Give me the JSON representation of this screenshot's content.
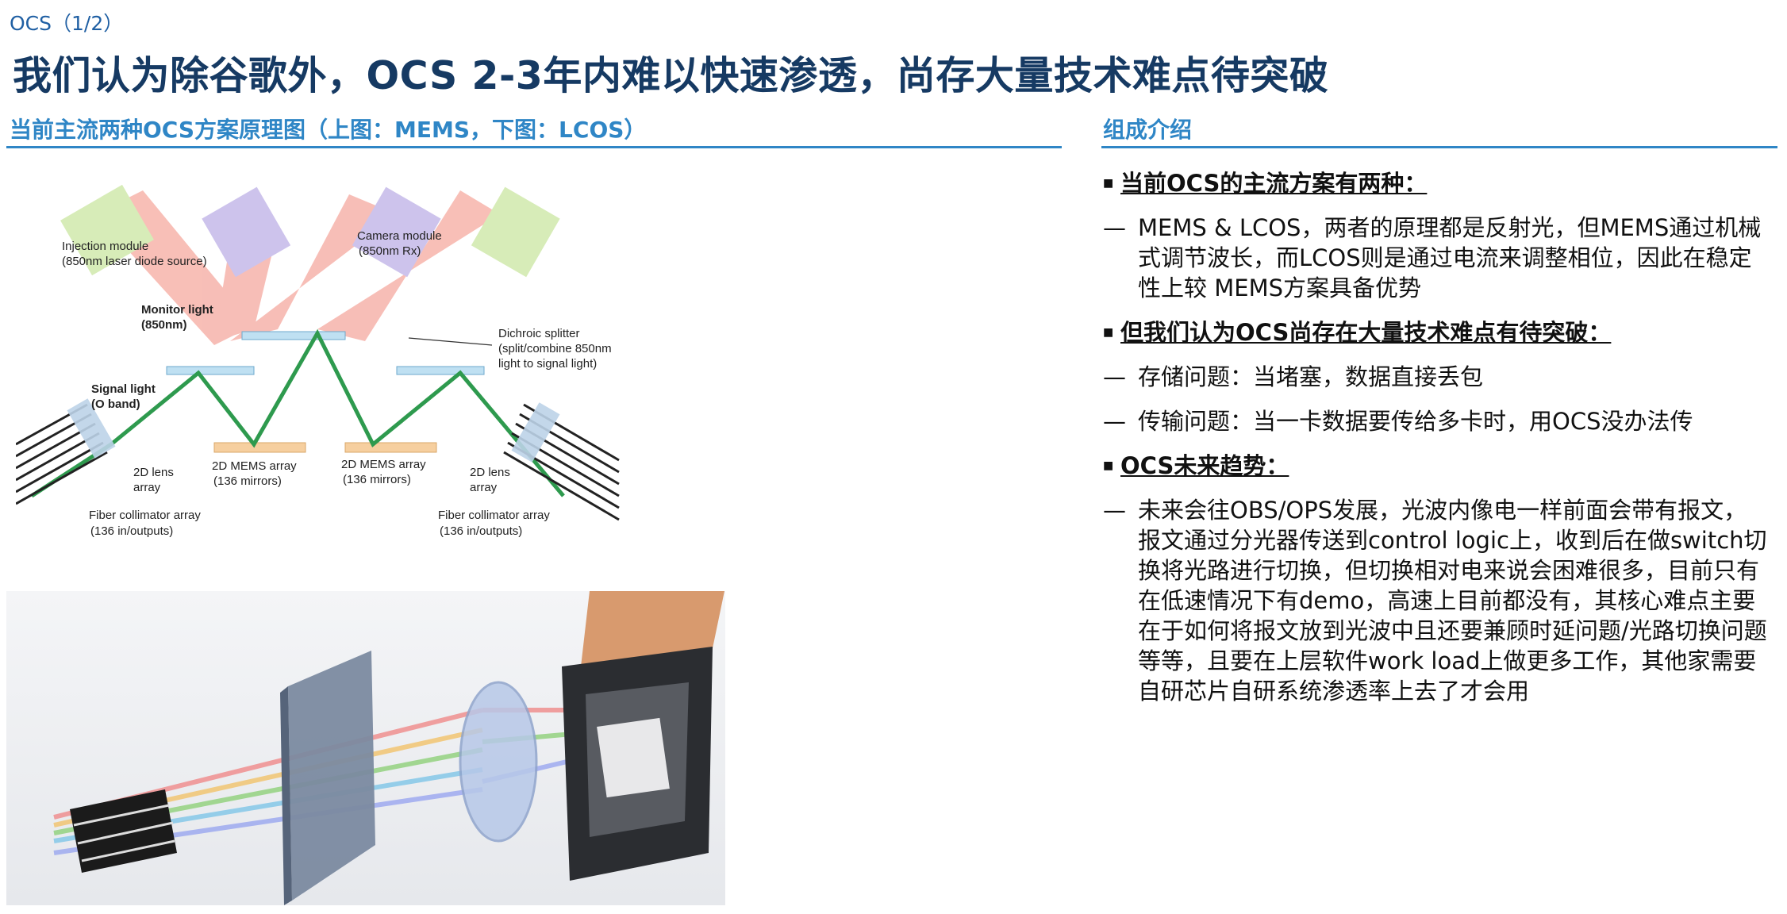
{
  "header": {
    "breadcrumb": "OCS（1/2）",
    "title": "我们认为除谷歌外，OCS 2-3年内难以快速渗透，尚存大量技术难点待突破"
  },
  "left": {
    "heading": "当前主流两种OCS方案原理图（上图：MEMS，下图：LCOS）",
    "mems_labels": {
      "injection_1": "Injection module",
      "injection_2": "(850nm laser diode source)",
      "camera_1": "Camera module",
      "camera_2": "(850nm Rx)",
      "monitor_1": "Monitor light",
      "monitor_2": "(850nm)",
      "dichroic_1": "Dichroic splitter",
      "dichroic_2": "(split/combine 850nm",
      "dichroic_3": "light to signal light)",
      "signal_1": "Signal light",
      "signal_2": "(O band)",
      "lens_left_1": "2D lens",
      "lens_left_2": "array",
      "lens_right_1": "2D lens",
      "lens_right_2": "array",
      "mems_left_1": "2D MEMS array",
      "mems_left_2": "(136 mirrors)",
      "mems_right_1": "2D MEMS array",
      "mems_right_2": "(136 mirrors)",
      "fiber_left_1": "Fiber collimator array",
      "fiber_left_2": "(136 in/outputs)",
      "fiber_right_1": "Fiber collimator array",
      "fiber_right_2": "(136 in/outputs)"
    }
  },
  "right": {
    "heading": "组成介绍",
    "items": [
      {
        "kind": "bullet",
        "text": "当前OCS的主流方案有两种："
      },
      {
        "kind": "dash",
        "text": "MEMS & LCOS，两者的原理都是反射光，但MEMS通过机械式调节波长，而LCOS则是通过电流来调整相位，因此在稳定性上较 MEMS方案具备优势"
      },
      {
        "kind": "bullet",
        "text": "但我们认为OCS尚存在大量技术难点有待突破："
      },
      {
        "kind": "dash",
        "text": "存储问题：当堵塞，数据直接丢包"
      },
      {
        "kind": "dash",
        "text": "传输问题：当一卡数据要传给多卡时，用OCS没办法传"
      },
      {
        "kind": "bullet",
        "text": "OCS未来趋势："
      },
      {
        "kind": "dash",
        "text": "未来会往OBS/OPS发展，光波内像电一样前面会带有报文，报文通过分光器传送到control logic上，收到后在做switch切换将光路进行切换，但切换相对电来说会困难很多，目前只有在低速情况下有demo，高速上目前都没有，其核心难点主要在于如何将报文放到光波中且还要兼顾时延问题/光路切换问题等等，且要在上层软件work load上做更多工作，其他家需要自研芯片自研系统渗透率上去了才会用"
      }
    ]
  },
  "colors": {
    "title": "#163a63",
    "accent": "#2f86c6",
    "green_beam": "#2e9a4e",
    "red_beam": "#f3a59a"
  }
}
